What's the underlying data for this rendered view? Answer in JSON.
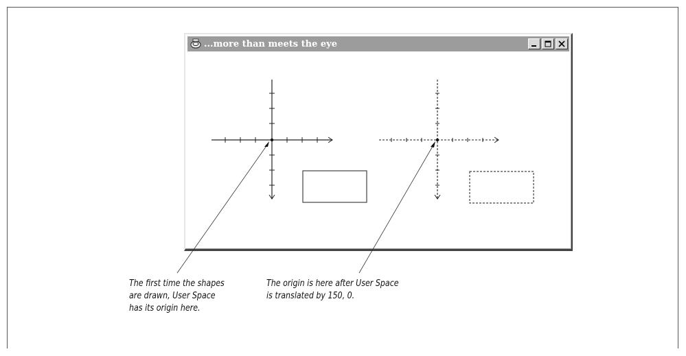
{
  "window": {
    "title": "...more than meets the eye",
    "buttons": [
      "minimize",
      "maximize",
      "close"
    ]
  },
  "annotations": {
    "first": {
      "lines": [
        "The first time the shapes",
        "are drawn, User Space",
        "has its origin here."
      ]
    },
    "second": {
      "lines": [
        "The origin is here after User Space",
        "is translated by 150, 0."
      ]
    }
  },
  "icons": [
    "app-icon",
    "minimize-icon",
    "maximize-icon",
    "close-icon"
  ]
}
